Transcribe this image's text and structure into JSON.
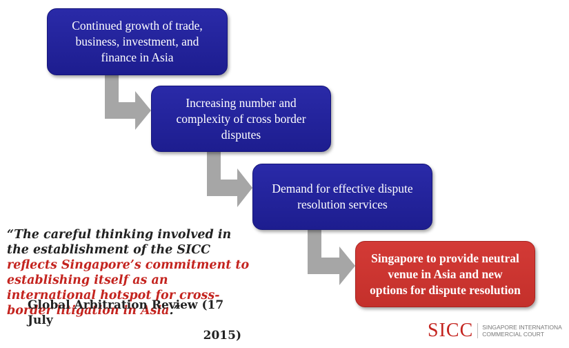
{
  "flow": {
    "steps": [
      {
        "text": "Continued growth of trade,\nbusiness, investment, and\nfinance in Asia"
      },
      {
        "text": "Increasing number  and\ncomplexity  of cross border\ndisputes"
      },
      {
        "text": "Demand for effective dispute\nresolution services"
      },
      {
        "text": "Singapore to provide neutral\nvenue in Asia and new\noptions for dispute resolution"
      }
    ],
    "colors": {
      "step": "#1f1f96",
      "final": "#c93330",
      "arrow": "#a6a6a6"
    }
  },
  "quote": {
    "open": "“The careful thinking involved in the establishment of the SICC ",
    "highlight": "reflects Singapore’s commitment to establishing itself as an international hotspot for cross-border litigation in Asia",
    "close": ".”"
  },
  "source": {
    "line1": "Global Arbitration Review (17 July",
    "line2": "2015)"
  },
  "logo": {
    "mark": "SICC",
    "name": "SINGAPORE INTERNATIONA\nCOMMERCIAL COURT"
  }
}
